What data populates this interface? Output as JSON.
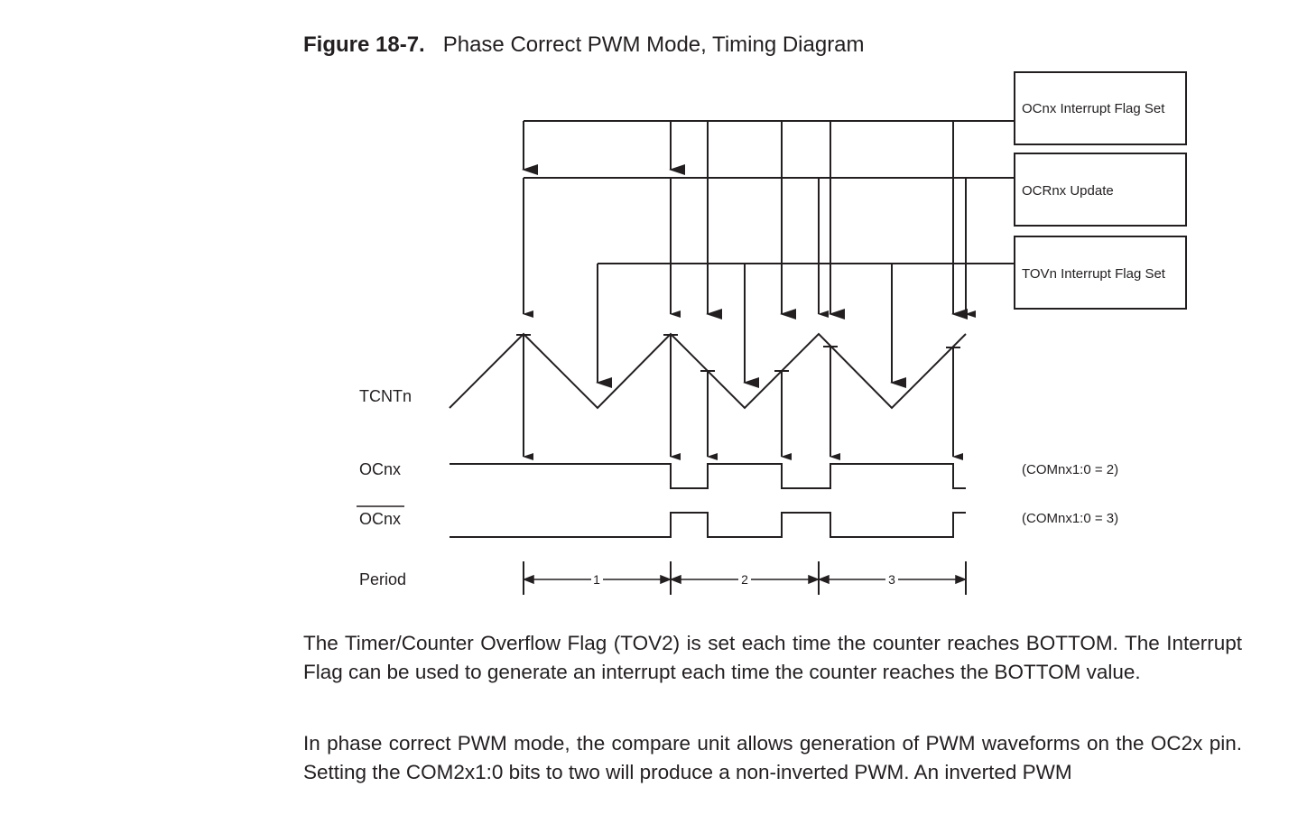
{
  "figure": {
    "number": "Figure 18-7.",
    "title": "Phase Correct PWM Mode, Timing Diagram"
  },
  "diagram": {
    "boxes": [
      {
        "id": "ocf",
        "label": "OCnx Interrupt Flag Set"
      },
      {
        "id": "ocr",
        "label": "OCRnx Update"
      },
      {
        "id": "tov",
        "label": "TOVn Interrupt Flag Set"
      }
    ],
    "signals": {
      "tcnt": "TCNTn",
      "ocnx": "OCnx",
      "ocnx_inv": "OCnx",
      "period": "Period"
    },
    "mode_notes": {
      "non_inverted": "(COMnx1:0 = 2)",
      "inverted": "(COMnx1:0 = 3)"
    },
    "periods": [
      "1",
      "2",
      "3"
    ]
  },
  "text": {
    "paragraph1": "The Timer/Counter Overflow Flag (TOV2) is set each time the counter reaches BOTTOM. The Interrupt Flag can be used to generate an interrupt each time the counter reaches the BOTTOM value.",
    "paragraph2": "In phase correct PWM mode, the compare unit allows generation of PWM waveforms on the OC2x pin. Setting the COM2x1:0 bits to two will produce a non-inverted PWM. An inverted PWM"
  }
}
